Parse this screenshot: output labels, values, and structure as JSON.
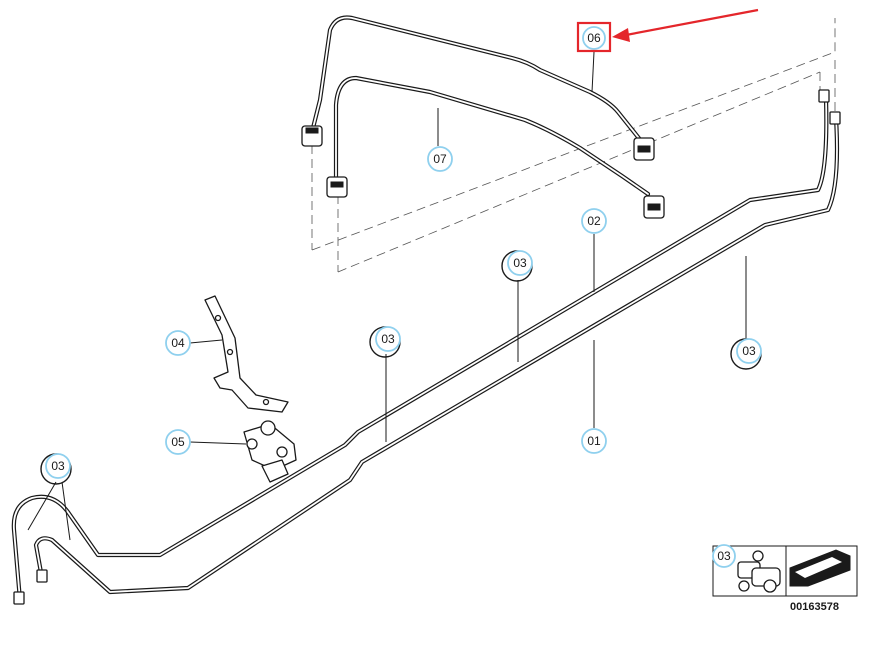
{
  "diagram": {
    "callouts": {
      "c01": "01",
      "c02": "02",
      "c03a": "03",
      "c03b": "03",
      "c03c": "03",
      "c03d": "03",
      "c03e": "03",
      "c04": "04",
      "c05": "05",
      "c06": "06",
      "c07": "07"
    },
    "diagram_number": "00163578",
    "highlight": {
      "target": "06",
      "color": "#e4262b"
    },
    "callout_color": "#8fd0ee"
  }
}
